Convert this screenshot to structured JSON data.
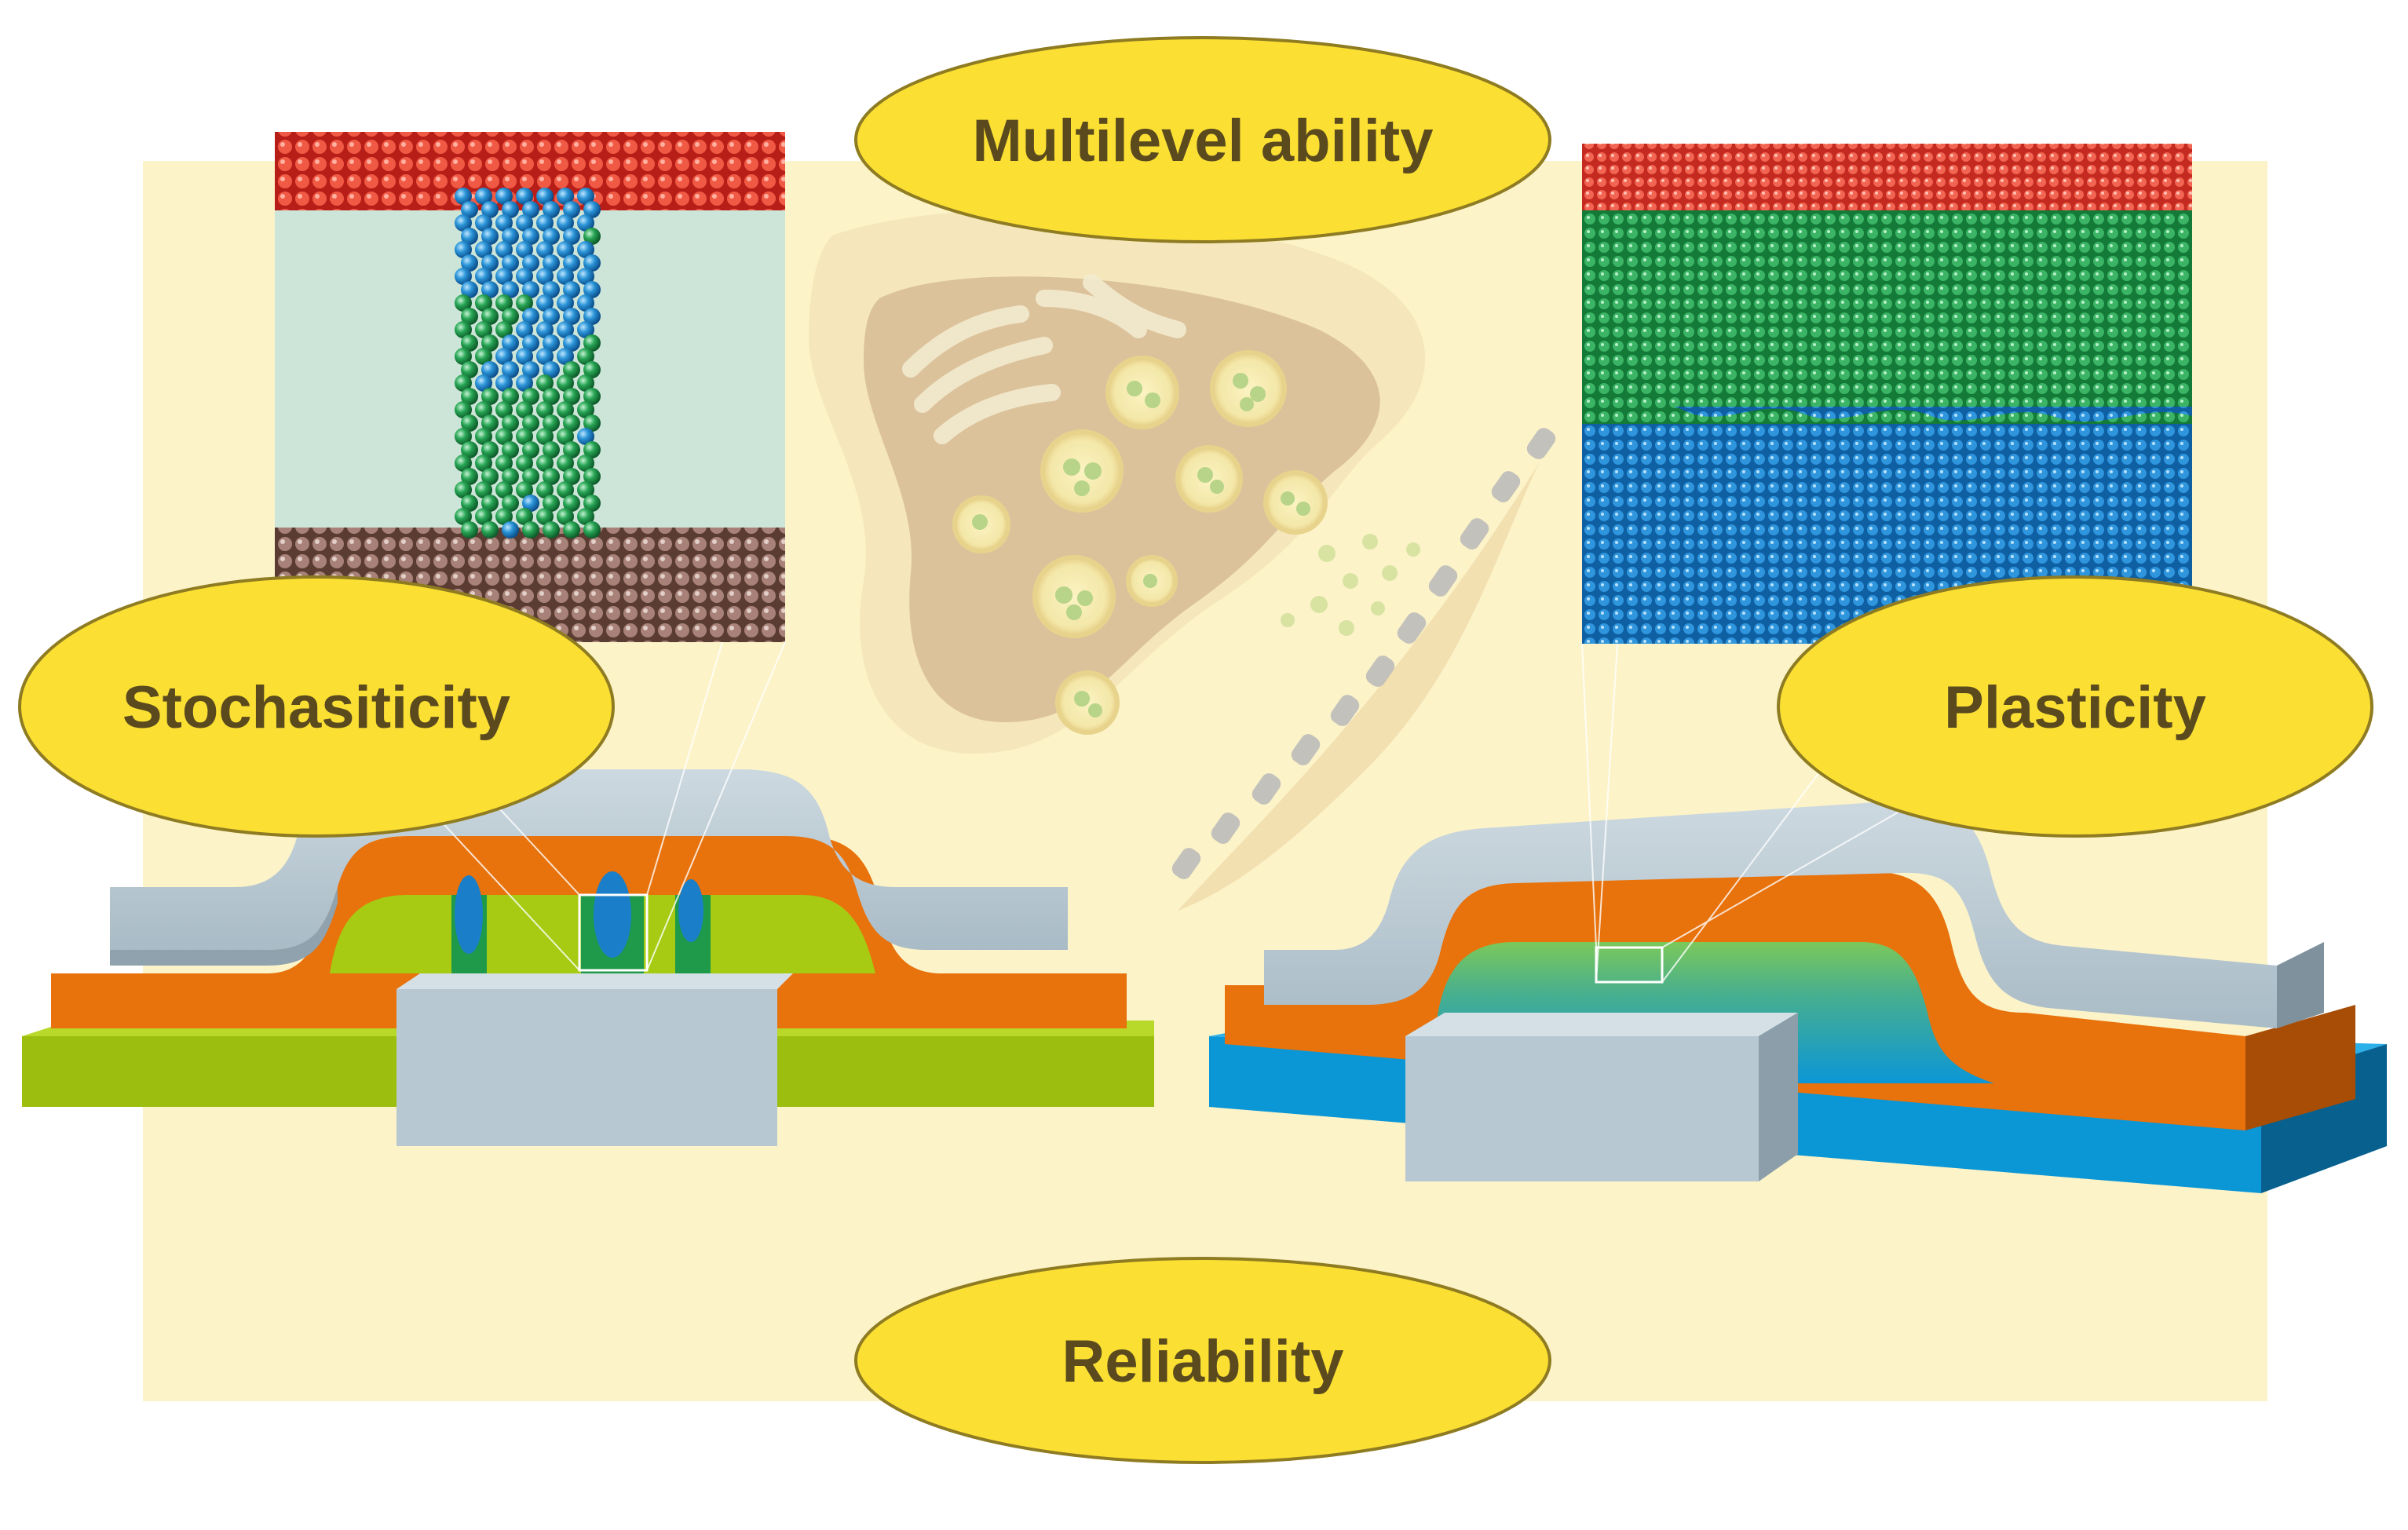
{
  "labels": {
    "multilevel": "Multilevel ability",
    "stochasticity": "Stochasiticity",
    "plasticity": "Plasticity",
    "reliability": "Reliability"
  },
  "colors": {
    "background_panel": "#fcf3c8",
    "bubble_fill": "#fbe033",
    "bubble_stroke": "#8f7c22",
    "label_text": "#5a4a1e",
    "electrode_gray": "#b8c8d2",
    "switching_orange": "#e8720c",
    "substrate_green": "#a6cb12",
    "substrate_blue": "#0b96d6",
    "top_layer_red": "#e0342a",
    "atom_green": "#1e9a4a",
    "atom_blue": "#1a7fc8"
  },
  "icons": {
    "synapse": "synapse-illustration",
    "left_inset": "filament-atomic-inset",
    "right_inset": "interface-atomic-inset",
    "left_device": "filamentary-memristor-device",
    "right_device": "interface-memristor-device"
  }
}
